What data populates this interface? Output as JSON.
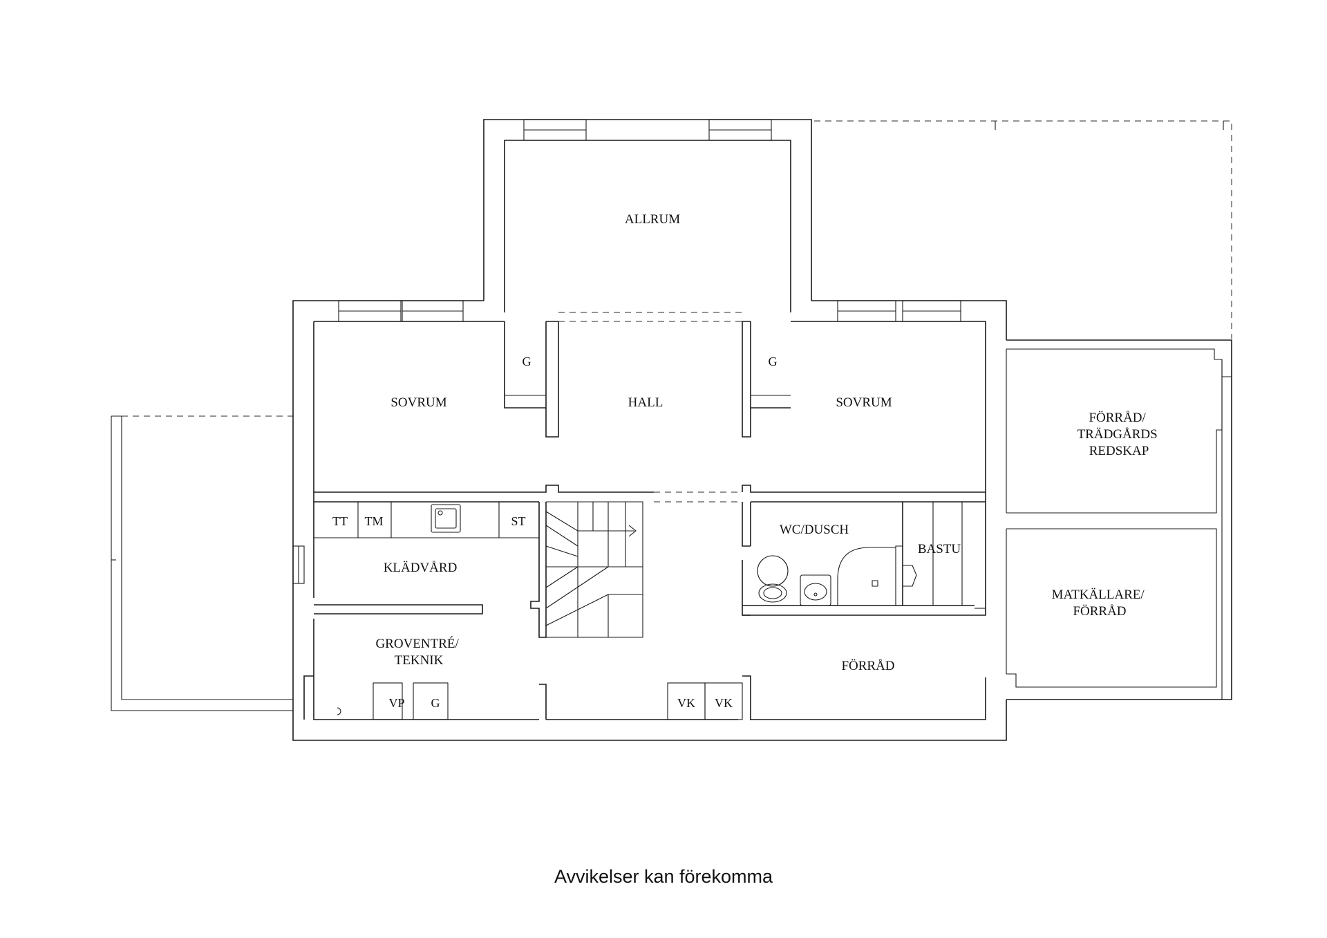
{
  "rooms": {
    "allrum": "ALLRUM",
    "sovrum_left": "SOVRUM",
    "hall": "HALL",
    "sovrum_right": "SOVRUM",
    "forrad_tradgard": [
      "FÖRRÅD/",
      "TRÄDGÅRDS",
      "REDSKAP"
    ],
    "wc_dusch": "WC/DUSCH",
    "bastu": "BASTU",
    "kladvard": "KLÄDVÅRD",
    "matkallare": [
      "MATKÄLLARE/",
      "FÖRRÅD"
    ],
    "groventre": [
      "GROVENTRÉ/",
      "TEKNIK"
    ],
    "forrad": "FÖRRÅD"
  },
  "fixtures": {
    "wardrobe_left": "G",
    "wardrobe_right": "G",
    "tumble_dryer": "TT",
    "washing_machine": "TM",
    "cabinet": "ST",
    "heat_pump": "VP",
    "wardrobe_entry": "G",
    "water_heater_1": "VK",
    "water_heater_2": "VK"
  },
  "caption": "Avvikelser kan förekomma"
}
